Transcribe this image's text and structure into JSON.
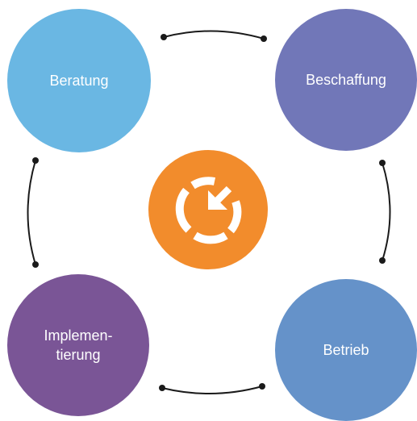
{
  "nodes": {
    "beratung": {
      "label": "Beratung",
      "color": "#6ab7e3"
    },
    "beschaffung": {
      "label": "Beschaffung",
      "color": "#7177b8"
    },
    "implementierung": {
      "line1": "Implemen-",
      "line2": "tierung",
      "color": "#7a5596"
    },
    "betrieb": {
      "label": "Betrieb",
      "color": "#6592c9"
    }
  },
  "center": {
    "icon": "refresh-cycle-icon",
    "color": "#f28c2c"
  },
  "connector_color": "#1a1a1a"
}
